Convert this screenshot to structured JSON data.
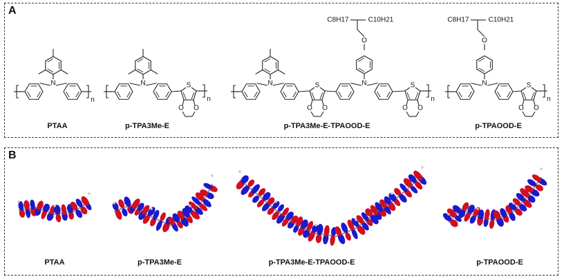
{
  "panelA": {
    "letter": "A",
    "molecules": [
      {
        "label": "PTAA"
      },
      {
        "label": "p-TPA3Me-E"
      },
      {
        "label": "p-TPA3Me-E-TPAOOD-E"
      },
      {
        "label": "p-TPAOOD-E"
      }
    ],
    "atoms": {
      "n": "N",
      "s": "S",
      "o": "O",
      "repeat": "n"
    },
    "side_chain": {
      "left": "C8H17",
      "right": "C10H21"
    }
  },
  "panelB": {
    "letter": "B",
    "molecules": [
      {
        "label": "PTAA"
      },
      {
        "label": "p-TPA3Me-E"
      },
      {
        "label": "p-TPA3Me-E-TPAOOD-E"
      },
      {
        "label": "p-TPAOOD-E"
      }
    ]
  },
  "colors": {
    "lobe_positive": "#d01020",
    "lobe_negative": "#1a1acc",
    "stick": "#9a9a9a"
  }
}
